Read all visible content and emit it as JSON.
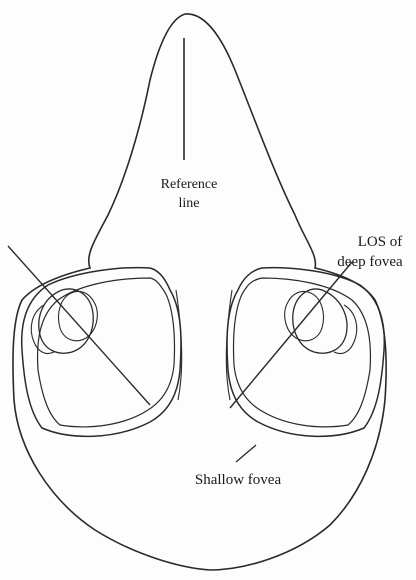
{
  "labels": {
    "reference_line_1": "Reference",
    "reference_line_2": "line",
    "los_line_1": "LOS of",
    "los_line_2": "deep fovea",
    "shallow_fovea": "Shallow fovea"
  },
  "colors": {
    "stroke": "#2a2a2a",
    "background": "#fdfdfd"
  }
}
